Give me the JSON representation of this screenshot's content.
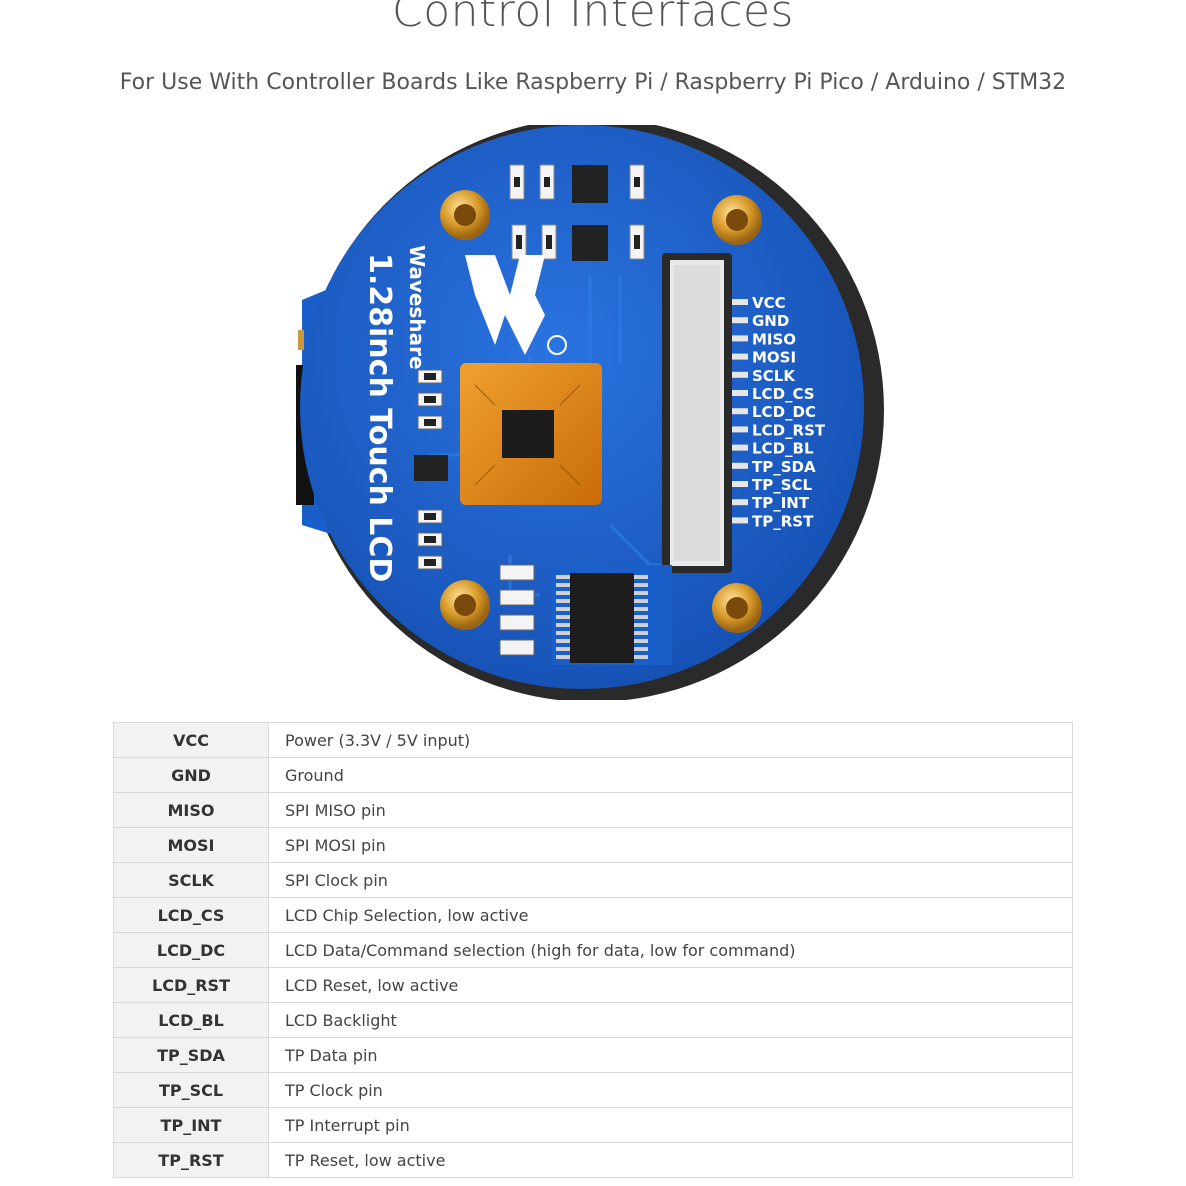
{
  "header": {
    "title": "Control Interfaces",
    "subtitle": "For Use With Controller Boards Like Raspberry Pi / Raspberry Pi Pico / Arduino / STM32"
  },
  "board": {
    "brand": "Waveshare",
    "product": "1.28inch Touch LCD",
    "pcb_color": "#1a5fc9",
    "pin_labels": [
      "VCC",
      "GND",
      "MISO",
      "MOSI",
      "SCLK",
      "LCD_CS",
      "LCD_DC",
      "LCD_RST",
      "LCD_BL",
      "TP_SDA",
      "TP_SCL",
      "TP_INT",
      "TP_RST"
    ]
  },
  "pins": [
    {
      "name": "VCC",
      "desc": "Power (3.3V / 5V input)"
    },
    {
      "name": "GND",
      "desc": "Ground"
    },
    {
      "name": "MISO",
      "desc": "SPI MISO pin"
    },
    {
      "name": "MOSI",
      "desc": "SPI MOSI pin"
    },
    {
      "name": "SCLK",
      "desc": "SPI Clock pin"
    },
    {
      "name": "LCD_CS",
      "desc": "LCD Chip Selection, low active"
    },
    {
      "name": "LCD_DC",
      "desc": "LCD Data/Command selection (high for data, low for command)"
    },
    {
      "name": "LCD_RST",
      "desc": "LCD Reset, low active"
    },
    {
      "name": "LCD_BL",
      "desc": "LCD Backlight"
    },
    {
      "name": "TP_SDA",
      "desc": "TP Data pin"
    },
    {
      "name": "TP_SCL",
      "desc": "TP Clock pin"
    },
    {
      "name": "TP_INT",
      "desc": "TP Interrupt pin"
    },
    {
      "name": "TP_RST",
      "desc": "TP Reset, low active"
    }
  ]
}
